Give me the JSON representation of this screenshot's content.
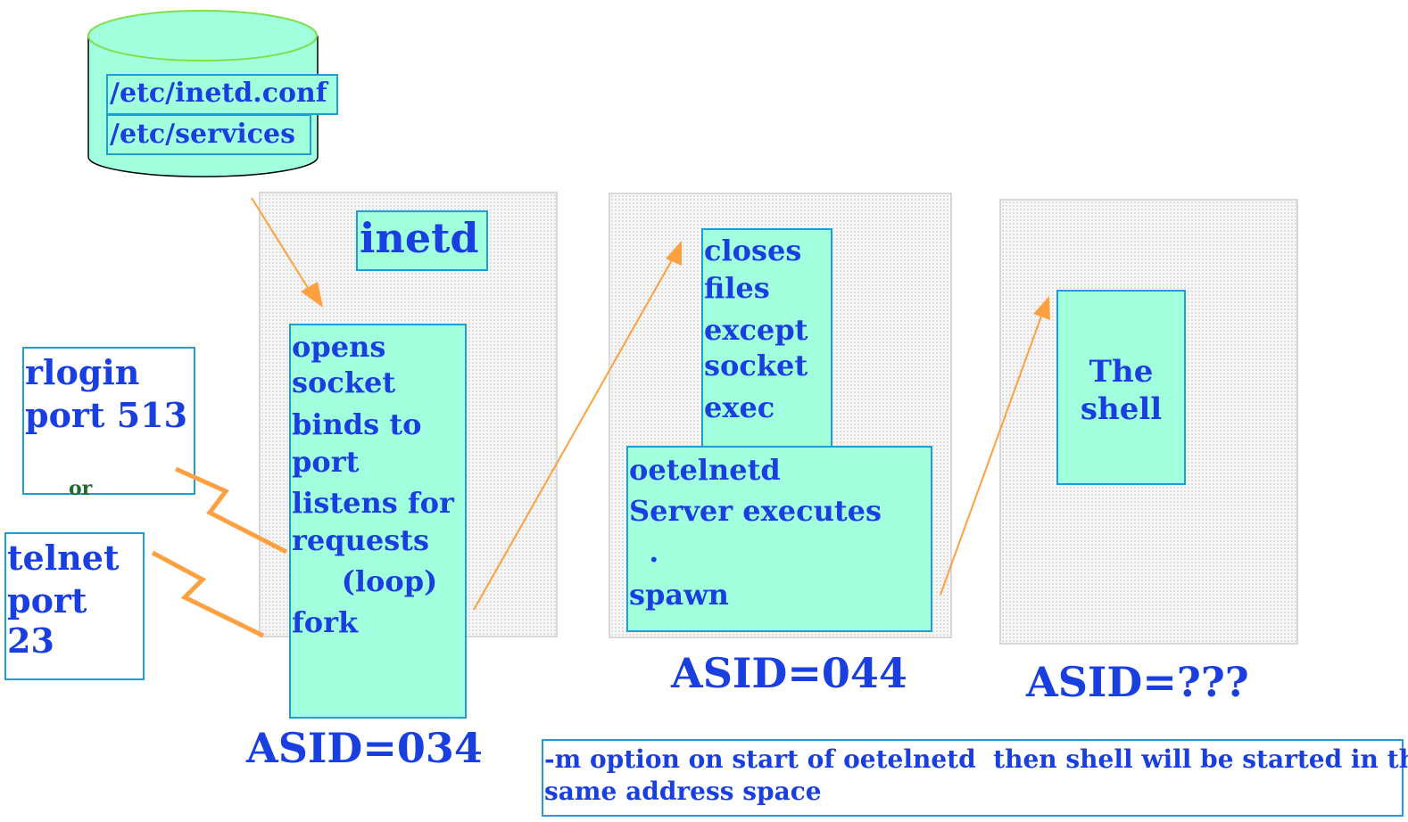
{
  "colors": {
    "text": "#1a3fe0",
    "box_fill": "#a2ffde",
    "box_border": "#1f9fcf",
    "arrow": "#ffa040",
    "or_text": "#1d6b2e"
  },
  "database": {
    "icon": "database-cylinder-icon",
    "file1": "/etc/inetd.conf",
    "file2": "/etc/services"
  },
  "clients": {
    "rlogin": {
      "line1": "rlogin",
      "line2": "port 513"
    },
    "or_label": "or",
    "telnet": {
      "line1": "telnet",
      "line2": "port 23"
    }
  },
  "inetd_panel": {
    "title": "inetd",
    "steps": [
      "opens",
      "socket",
      "binds to",
      "port",
      "listens for",
      "requests",
      "     (loop)",
      "fork"
    ],
    "asid": "ASID=034"
  },
  "oetelnetd_panel": {
    "steps": [
      "closes",
      "files",
      "except",
      "socket",
      "exec"
    ],
    "server_lines": [
      "oetelnetd",
      "Server executes",
      "  .",
      "spawn"
    ],
    "asid": "ASID=044"
  },
  "shell_panel": {
    "label_line1": "The",
    "label_line2": "shell",
    "asid": "ASID=???"
  },
  "note": {
    "line1": "-m option on start of oetelnetd  then shell will be started in the",
    "line2": "same address space"
  }
}
